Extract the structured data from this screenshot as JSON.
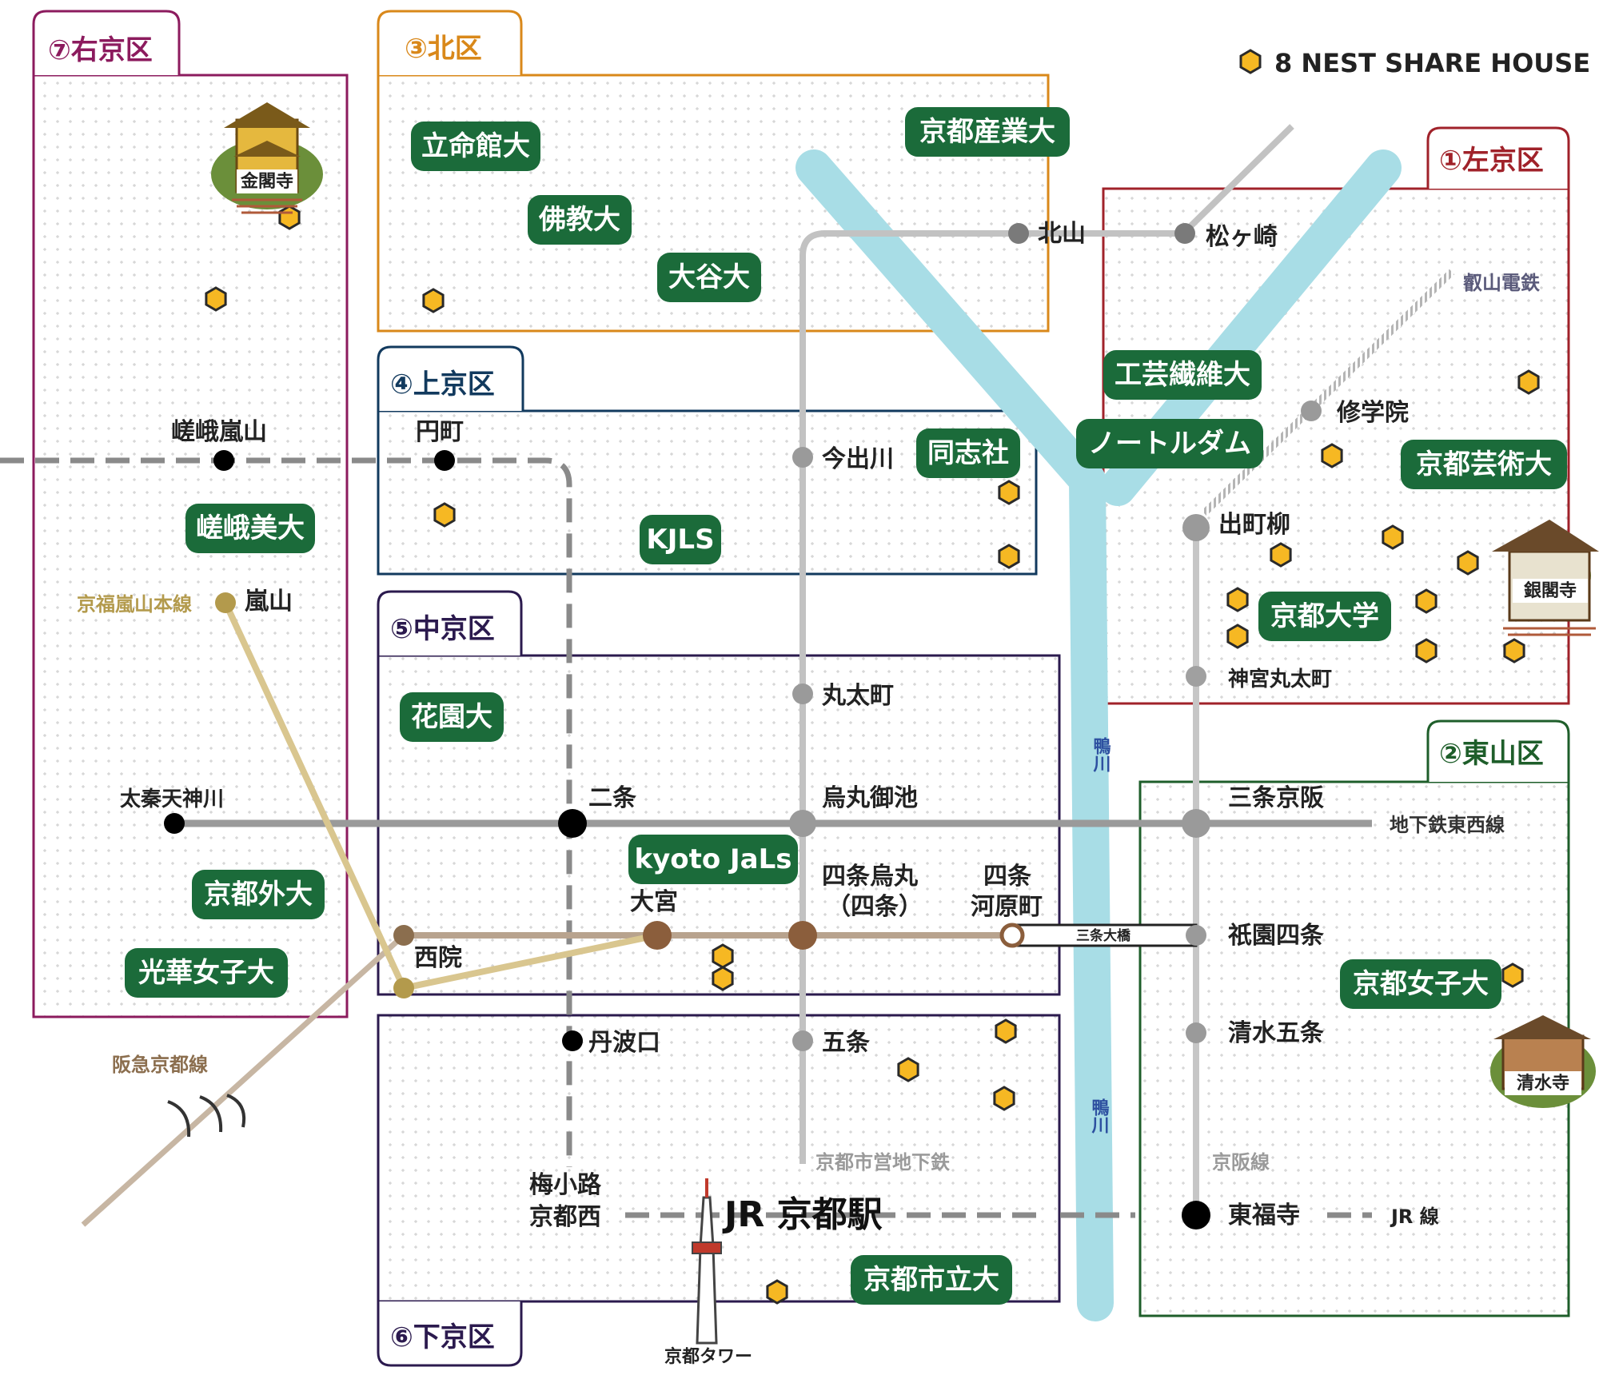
{
  "legend": {
    "label": "8 NEST SHARE HOUSE"
  },
  "colors": {
    "house_fill": "#F6B823",
    "house_stroke": "#2a2a2a",
    "univ_fill": "#1B6B3A",
    "univ_text": "#ffffff",
    "river": "#A8DDE6",
    "river_label": "#2d50a0",
    "subway": "#bdbdbd",
    "tozai": "#9a9a9a",
    "hankyu": "#b8a38e",
    "keifuku": "#d9c68f",
    "jr": "#8a8a8a",
    "keihan": "#c6c6c6"
  },
  "districts": [
    {
      "key": "ukyo",
      "label": "⑦右京区",
      "color": "#8C1B5E"
    },
    {
      "key": "kita",
      "label": "③北区",
      "color": "#D9881A"
    },
    {
      "key": "kamigyo",
      "label": "④上京区",
      "color": "#123A5E"
    },
    {
      "key": "nakagyo",
      "label": "⑤中京区",
      "color": "#2B1A4E"
    },
    {
      "key": "shimogyo",
      "label": "⑥下京区",
      "color": "#2B1A4E"
    },
    {
      "key": "sakyo",
      "label": "①左京区",
      "color": "#A0222A"
    },
    {
      "key": "higashiyama",
      "label": "②東山区",
      "color": "#1E5E2A"
    }
  ],
  "universities": [
    "立命館大",
    "京都産業大",
    "佛教大",
    "大谷大",
    "工芸繊維大",
    "ノートルダム",
    "同志社",
    "京都芸術大",
    "KJLS",
    "嵯峨美大",
    "京都大学",
    "花園大",
    "kyoto JaLs",
    "京都外大",
    "光華女子大",
    "京都女子大",
    "京都市立大"
  ],
  "stations": {
    "kitayama": "北山",
    "matsugasaki": "松ヶ崎",
    "imadegawa": "今出川",
    "marutamachi": "丸太町",
    "karasuma_oike": "烏丸御池",
    "shijo_karasuma_1": "四条烏丸",
    "shijo_karasuma_2": "（四条）",
    "gojo": "五条",
    "kyoto_station": "JR 京都駅",
    "shugakuin": "修学院",
    "demachiyanagi": "出町柳",
    "jingu_marutamachi": "神宮丸太町",
    "sanjo_keihan": "三条京阪",
    "gion_shijo": "祇園四条",
    "kiyomizu_gojo": "清水五条",
    "tofukuji": "東福寺",
    "saga_arashiyama": "嵯峨嵐山",
    "arashiyama": "嵐山",
    "uzumasa": "太秦天神川",
    "enmachi": "円町",
    "nijo": "二条",
    "omiya": "大宮",
    "saiin": "西院",
    "tambaguchi": "丹波口",
    "umekoji_1": "梅小路",
    "umekoji_2": "京都西",
    "kawaramachi_1": "四条",
    "kawaramachi_2": "河原町"
  },
  "line_labels": {
    "eizan": "叡山電鉄",
    "keifuku": "京福嵐山本線",
    "tozai": "地下鉄東西線",
    "hankyu": "阪急京都線",
    "subway": "京都市営地下鉄",
    "keihan": "京阪線",
    "jr": "JR 線",
    "sanjo_ohashi": "三条大橋"
  },
  "river_labels": {
    "upper": "鴨川",
    "lower": "鴨川"
  },
  "landmarks": {
    "kinkakuji": "金閣寺",
    "ginkakuji": "銀閣寺",
    "kiyomizu": "清水寺",
    "kyoto_tower": "京都タワー"
  }
}
